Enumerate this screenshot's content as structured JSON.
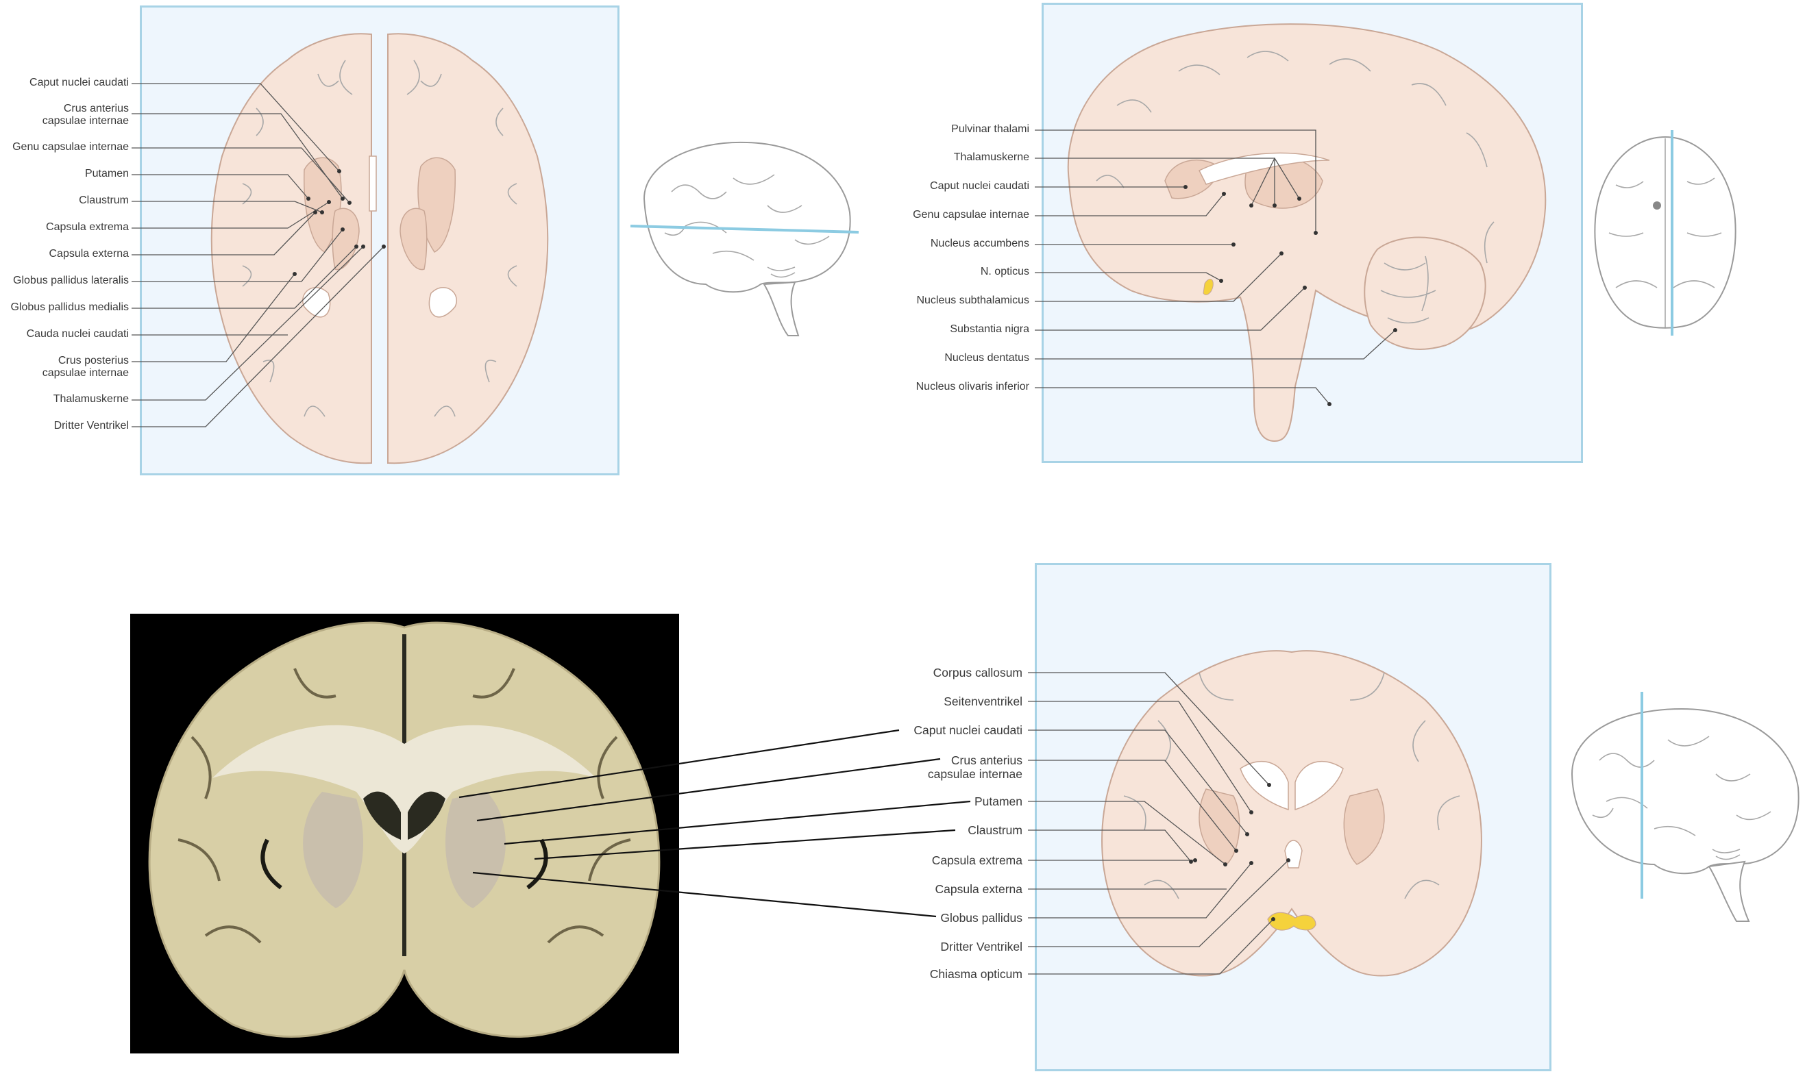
{
  "axial_labels": [
    {
      "key": "caput",
      "lines": [
        "Caput nuclei caudati"
      ]
    },
    {
      "key": "crus_ant",
      "lines": [
        "Crus anterius",
        "capsulae internae"
      ]
    },
    {
      "key": "genu",
      "lines": [
        "Genu capsulae internae"
      ]
    },
    {
      "key": "putamen",
      "lines": [
        "Putamen"
      ]
    },
    {
      "key": "claustrum",
      "lines": [
        "Claustrum"
      ]
    },
    {
      "key": "caps_extrema",
      "lines": [
        "Capsula extrema"
      ]
    },
    {
      "key": "caps_externa",
      "lines": [
        "Capsula externa"
      ]
    },
    {
      "key": "gp_lat",
      "lines": [
        "Globus pallidus lateralis"
      ]
    },
    {
      "key": "gp_med",
      "lines": [
        "Globus pallidus medialis"
      ]
    },
    {
      "key": "cauda",
      "lines": [
        "Cauda nuclei caudati"
      ]
    },
    {
      "key": "crus_post",
      "lines": [
        "Crus posterius",
        "capsulae internae"
      ]
    },
    {
      "key": "thal",
      "lines": [
        "Thalamuskerne"
      ]
    },
    {
      "key": "v3",
      "lines": [
        "Dritter Ventrikel"
      ]
    }
  ],
  "sagittal_labels": [
    "Pulvinar thalami",
    "Thalamuskerne",
    "Caput nuclei caudati",
    "Genu capsulae internae",
    "Nucleus accumbens",
    "N. opticus",
    "Nucleus subthalamicus",
    "Substantia nigra",
    "Nucleus dentatus",
    "Nucleus olivaris inferior"
  ],
  "coronal_labels": [
    {
      "lines": [
        "Corpus callosum"
      ]
    },
    {
      "lines": [
        "Seitenventrikel"
      ]
    },
    {
      "lines": [
        "Caput nuclei caudati"
      ]
    },
    {
      "lines": [
        "Crus anterius",
        "capsulae internae"
      ]
    },
    {
      "lines": [
        "Putamen"
      ]
    },
    {
      "lines": [
        "Claustrum"
      ]
    },
    {
      "lines": [
        "Capsula extrema"
      ]
    },
    {
      "lines": [
        "Capsula externa"
      ]
    },
    {
      "lines": [
        "Globus pallidus"
      ]
    },
    {
      "lines": [
        "Dritter Ventrikel"
      ]
    },
    {
      "lines": [
        "Chiasma opticum"
      ]
    }
  ],
  "colors": {
    "panel_bg": "#eef6fd",
    "panel_border": "#a8d3e6",
    "brain_tissue": "#f7e4d9",
    "deep_nuclei": "#eed0bf",
    "optic_highlight": "#f5d23c",
    "photo_bg": "#000000",
    "photo_tissue": "#d8cfa6"
  }
}
